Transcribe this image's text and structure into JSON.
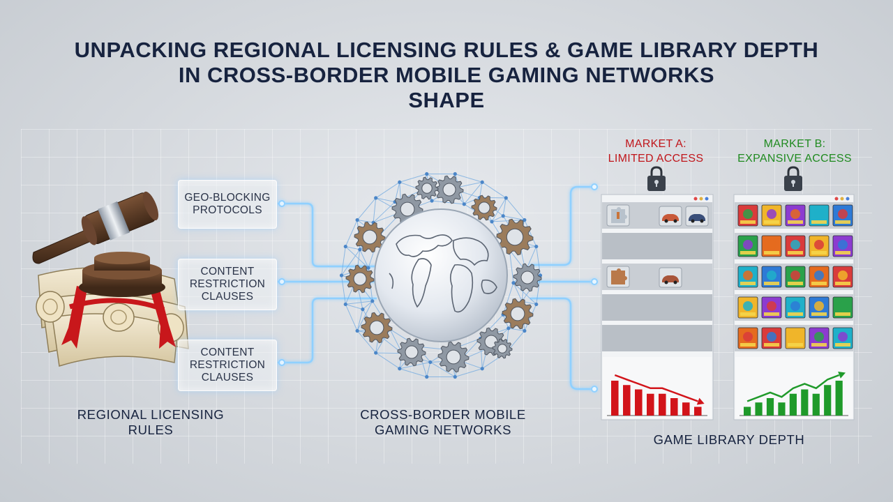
{
  "title": {
    "line1": "UNPACKING REGIONAL LICENSING RULES & GAME LIBRARY DEPTH",
    "line2": "IN CROSS-BORDER MOBILE GAMING NETWORKS",
    "line3": "SHAPE"
  },
  "boxes": {
    "geo_blocking": {
      "line1": "GEO-BLOCKING",
      "line2": "PROTOCOLS"
    },
    "content_restriction_1": {
      "line1": "CONTENT",
      "line2": "RESTRICTION",
      "line3": "CLAUSES"
    },
    "content_restriction_2": {
      "line1": "CONTENT",
      "line2": "RESTRICTION",
      "line3": "CLAUSES"
    }
  },
  "labels": {
    "regional": {
      "line1": "REGIONAL LICENSING",
      "line2": "RULES"
    },
    "network": {
      "line1": "CROSS-BORDER MOBILE",
      "line2": "GAMING NETWORKS"
    },
    "library": "GAME LIBRARY DEPTH"
  },
  "markets": {
    "a": {
      "line1": "MARKET A:",
      "line2": "LIMITED ACCESS",
      "color": "#c0161b"
    },
    "b": {
      "line1": "MARKET B:",
      "line2": "EXPANSIVE ACCESS",
      "color": "#1f8a1f"
    }
  },
  "colors": {
    "title": "#17233f",
    "connector": "#7fc4ff",
    "chart_down": "#d2141a",
    "chart_up": "#1f9a2a",
    "gavel": "#5a3a24"
  },
  "icons": [
    "gavel-icon",
    "scroll-icon",
    "globe-icon",
    "gear-icon",
    "padlock-icon",
    "puzzle-icon",
    "car-icon",
    "game-tile-icon"
  ],
  "chart_data": [
    {
      "type": "bar",
      "name_hint": "market-a",
      "values": [
        8,
        7,
        6,
        5,
        5,
        4,
        3,
        2
      ],
      "trend": "down"
    },
    {
      "type": "bar",
      "name_hint": "market-b",
      "values": [
        2,
        3,
        4,
        3,
        5,
        6,
        5,
        7,
        8
      ],
      "trend": "up"
    }
  ]
}
